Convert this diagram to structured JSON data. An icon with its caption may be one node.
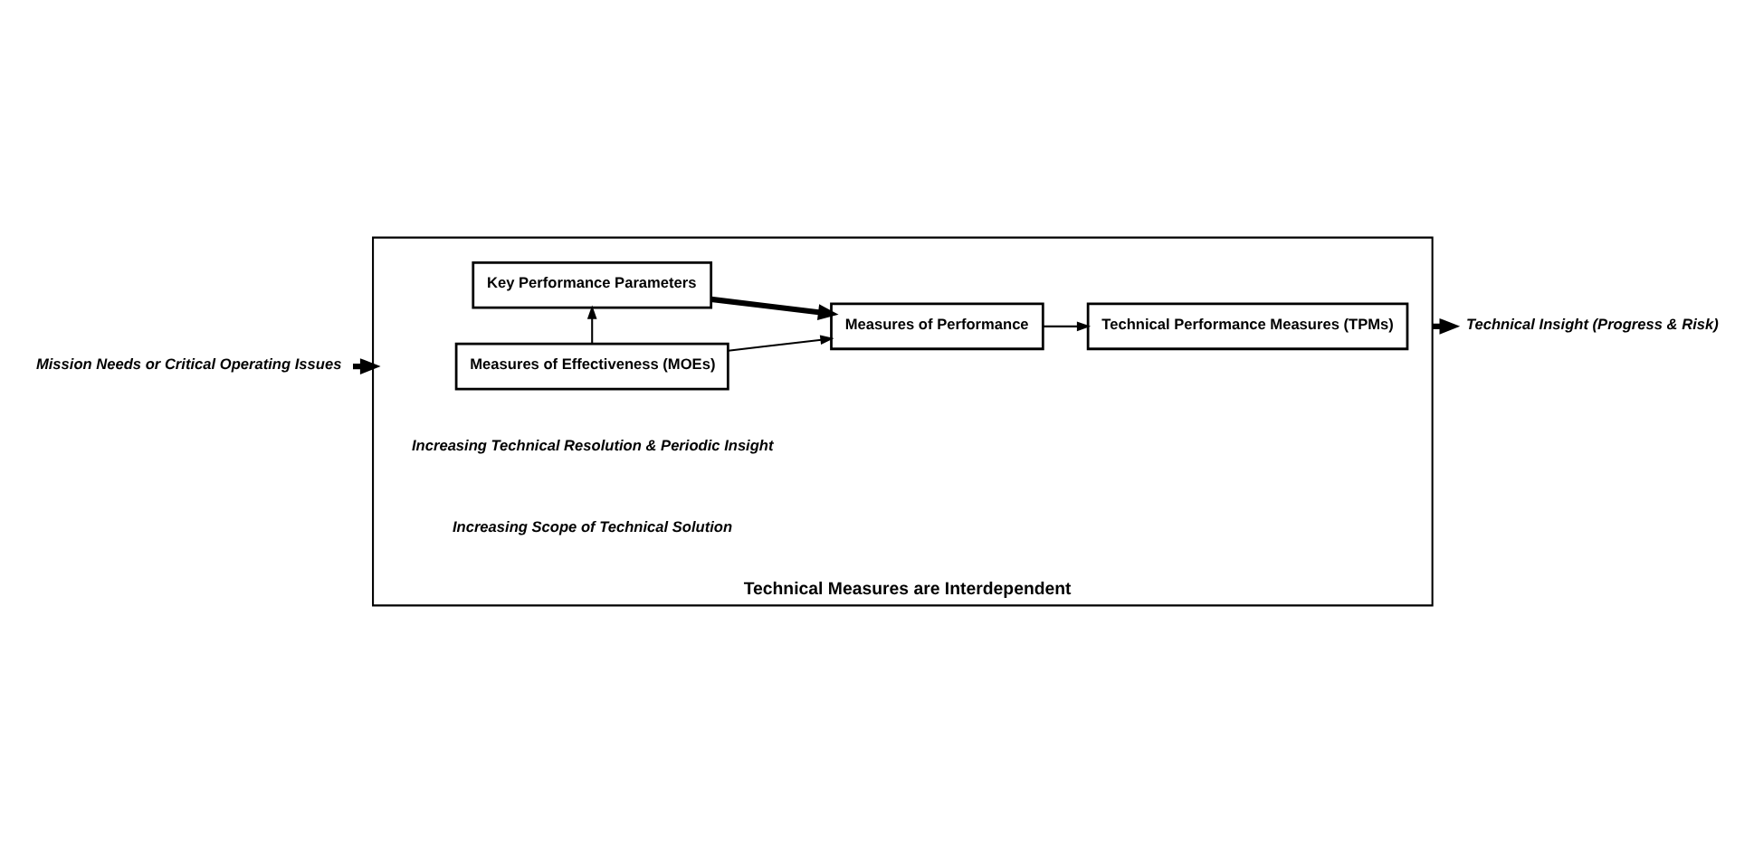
{
  "diagram": {
    "nodes": [
      {
        "text": [
          "Mission Needs or Critical Operating Issues"
        ]
      },
      {
        "text": [
          "Technical Measures are Interdependent"
        ]
      },
      {
        "text": [
          "Measures of Effectiveness (MOEs)"
        ],
        "in": 1
      },
      {
        "text": [
          "Key Performance Parameters"
        ],
        "in": 1
      },
      {
        "text": [
          "Measures of Performance"
        ],
        "in": 1
      },
      {
        "text": [
          "Technical Performance Measures (TPMs)"
        ],
        "in": 1
      },
      {
        "text": [
          "Technical Insight (Progress & Risk)"
        ]
      }
    ],
    "edges": [
      {
        "from": 0,
        "to": 1,
        "arrow": "to",
        "style": "thick"
      },
      {
        "from": 2,
        "to": 3,
        "arrow": "to"
      },
      {
        "from": 2,
        "to": 4,
        "arrow": "to"
      },
      {
        "from": 3,
        "to": 4,
        "arrow": "to",
        "style": "thick"
      },
      {
        "from": 4,
        "to": 5,
        "arrow": "to"
      },
      {
        "from": 1,
        "to": 6,
        "arrow": "to",
        "style": "thick"
      }
    ],
    "labels": [
      "Increasing Technical Resolution & Periodic Insight",
      "Increasing Scope of Technical Solution"
    ]
  }
}
